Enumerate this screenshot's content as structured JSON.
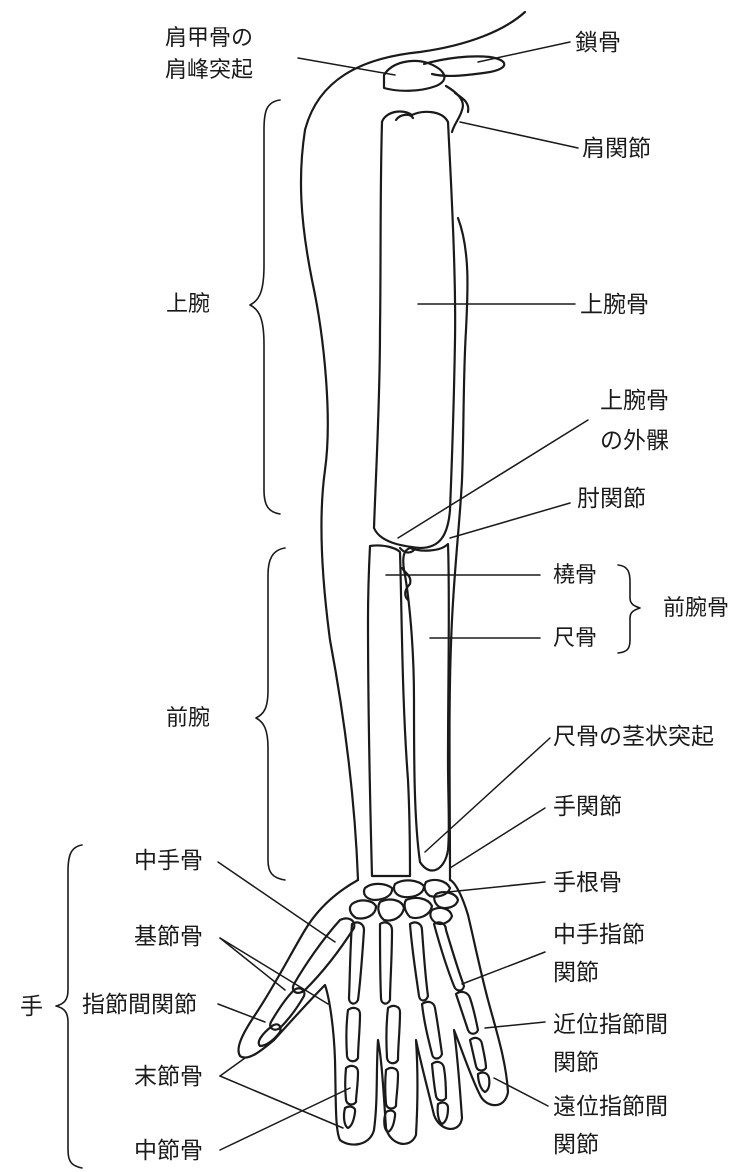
{
  "colors": {
    "ink": "#1a1a1a",
    "background": "#ffffff"
  },
  "labels": {
    "acromion_1": "肩甲骨の",
    "acromion_2": "肩峰突起",
    "clavicle": "鎖骨",
    "shoulder_joint": "肩関節",
    "upper_arm": "上腕",
    "humerus": "上腕骨",
    "lateral_epicondyle_1": "上腕骨",
    "lateral_epicondyle_2": "の外髁",
    "elbow_joint": "肘関節",
    "radius": "橈骨",
    "ulna": "尺骨",
    "forearm_bones": "前腕骨",
    "forearm": "前腕",
    "ulnar_styloid": "尺骨の茎状突起",
    "wrist_joint": "手関節",
    "metacarpal": "中手骨",
    "carpal": "手根骨",
    "proximal_phalanx": "基節骨",
    "mcp_joint_1": "中手指節",
    "mcp_joint_2": "関節",
    "hand": "手",
    "interphalangeal_joint": "指節間関節",
    "pip_joint_1": "近位指節間",
    "pip_joint_2": "関節",
    "distal_phalanx": "末節骨",
    "dip_joint_1": "遠位指節間",
    "dip_joint_2": "関節",
    "middle_phalanx": "中節骨"
  }
}
